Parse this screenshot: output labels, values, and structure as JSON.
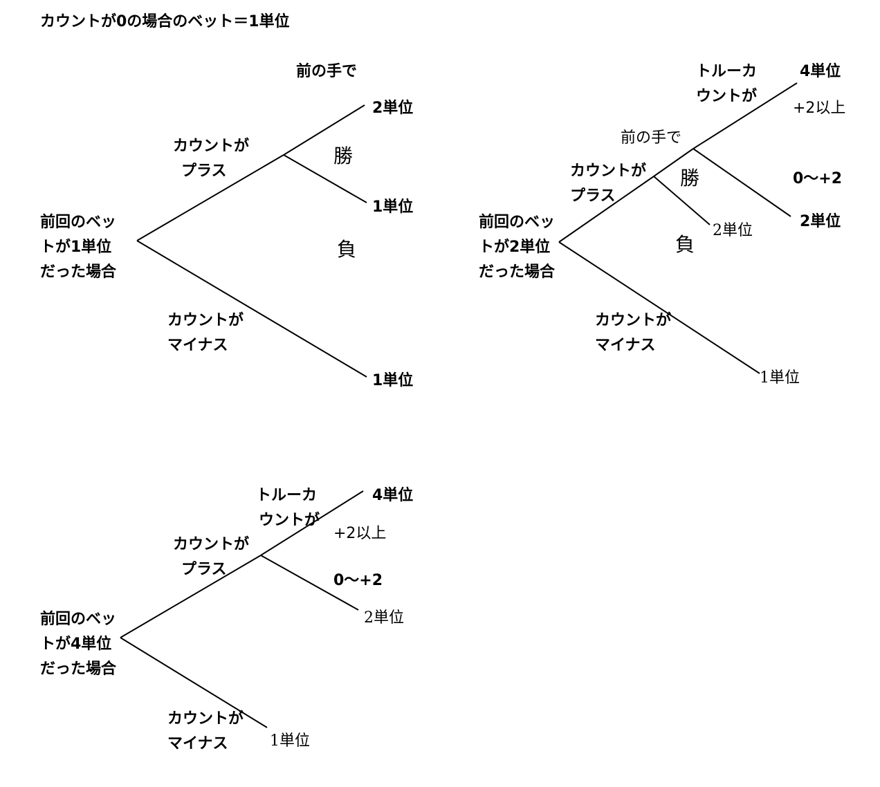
{
  "title": "カウントが0の場合のベット＝1単位",
  "trees": [
    {
      "root": [
        "前回のベッ",
        "トが1単位",
        "だった場合"
      ],
      "prev_hand": "前の手で",
      "plus_branch": [
        "カウントが",
        "プラス"
      ],
      "minus_branch": [
        "カウントが",
        "マイナス"
      ],
      "win": "勝",
      "lose": "負",
      "win_result": "2単位",
      "lose_result": "1単位",
      "minus_result": "1単位"
    },
    {
      "root": [
        "前回のベッ",
        "トが2単位",
        "だった場合"
      ],
      "prev_hand": "前の手で",
      "plus_branch": [
        "カウントが",
        "プラス"
      ],
      "minus_branch": [
        "カウントが",
        "マイナス"
      ],
      "win": "勝",
      "lose": "負",
      "true_count": [
        "トルーカ",
        "ウントが"
      ],
      "high_result": "4単位",
      "high_condition": "+2以上",
      "mid_condition": "0～+2",
      "mid_result": "2単位",
      "lose_result": "2単位",
      "minus_result": "1単位"
    },
    {
      "root": [
        "前回のベッ",
        "トが4単位",
        "だった場合"
      ],
      "plus_branch": [
        "カウントが",
        "プラス"
      ],
      "minus_branch": [
        "カウントが",
        "マイナス"
      ],
      "true_count": [
        "トルーカ",
        "ウントが"
      ],
      "high_result": "4単位",
      "high_condition": "+2以上",
      "mid_condition": "0～+2",
      "mid_result": "2単位",
      "minus_result": "1単位"
    }
  ]
}
